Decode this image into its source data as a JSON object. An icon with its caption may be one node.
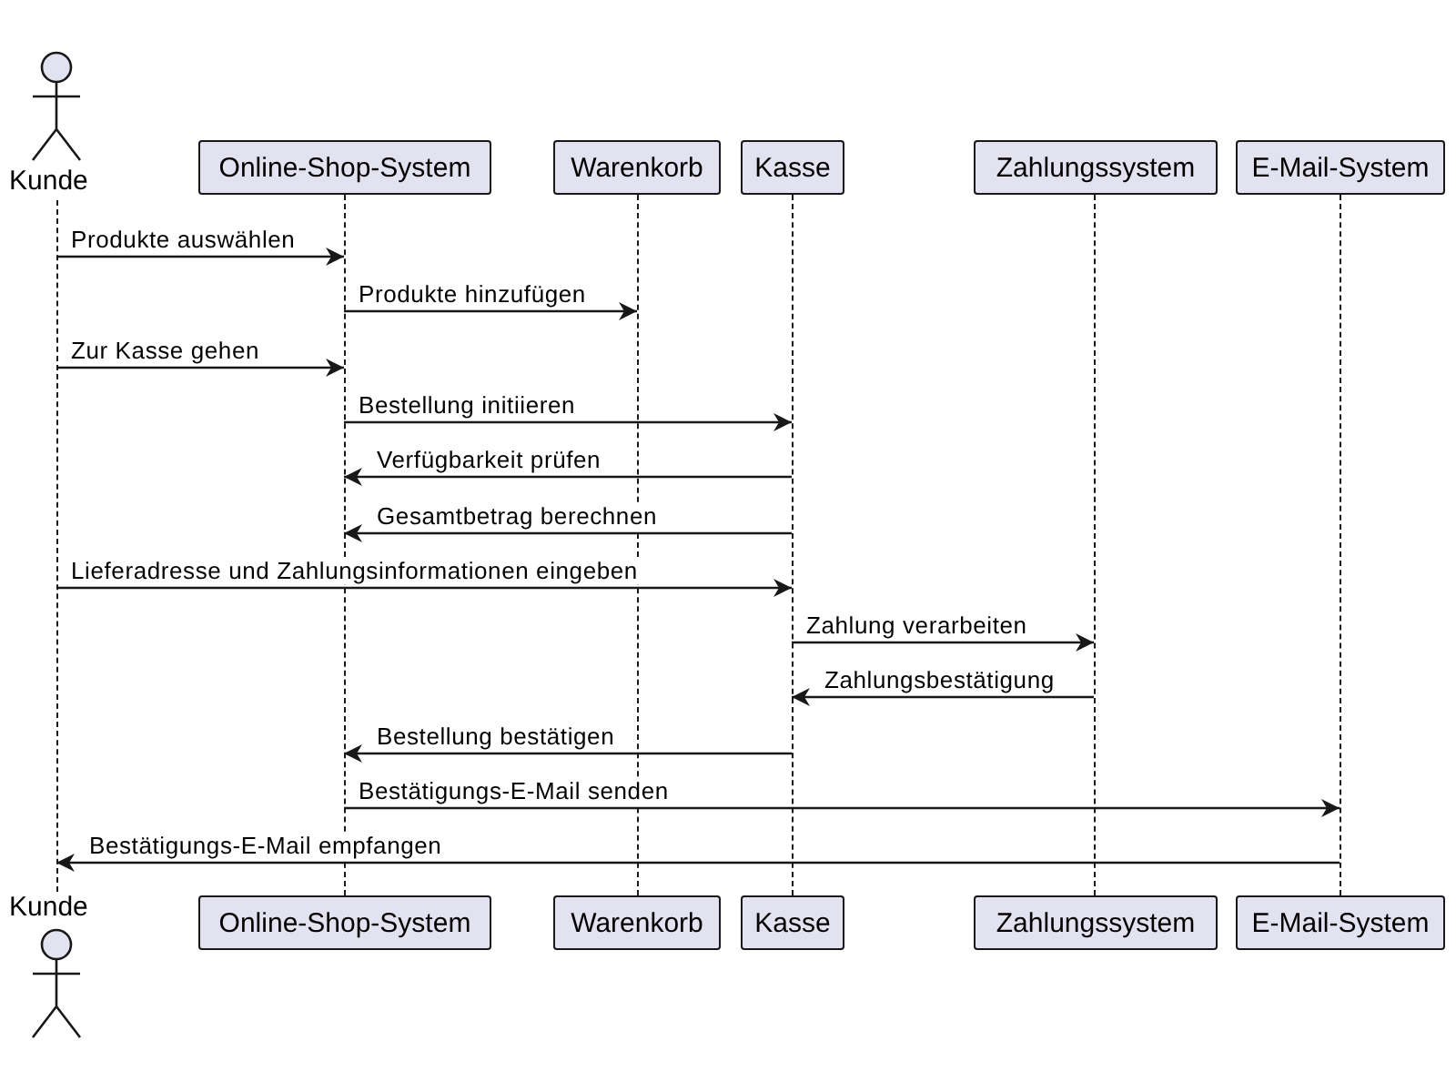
{
  "diagram": {
    "nodes": [
      {
        "text": [
          "Kunde"
        ]
      },
      {
        "text": [
          "Online-Shop-System"
        ]
      },
      {
        "text": [
          "Warenkorb"
        ]
      },
      {
        "text": [
          "Kasse"
        ]
      },
      {
        "text": [
          "Zahlungssystem"
        ]
      },
      {
        "text": [
          "E-Mail-System"
        ]
      },
      {
        "text": [
          "Kunde"
        ]
      },
      {
        "text": [
          "Online-Shop-System"
        ]
      },
      {
        "text": [
          "Warenkorb"
        ]
      },
      {
        "text": [
          "Kasse"
        ]
      },
      {
        "text": [
          "Zahlungssystem"
        ]
      },
      {
        "text": [
          "E-Mail-System"
        ]
      },
      {
        "text": [],
        "shape": "lifeline"
      },
      {
        "text": [],
        "shape": "lifeline"
      },
      {
        "text": [],
        "shape": "lifeline"
      },
      {
        "text": [],
        "shape": "lifeline"
      },
      {
        "text": [],
        "shape": "lifeline"
      },
      {
        "text": [],
        "shape": "lifeline"
      }
    ],
    "edges": [
      {
        "from": 12,
        "to": 13,
        "arrow": "to",
        "label": "Produkte auswählen"
      },
      {
        "from": 13,
        "to": 14,
        "arrow": "to",
        "label": "Produkte hinzufügen"
      },
      {
        "from": 12,
        "to": 13,
        "arrow": "to",
        "label": "Zur Kasse gehen"
      },
      {
        "from": 13,
        "to": 15,
        "arrow": "to",
        "label": "Bestellung initiieren"
      },
      {
        "from": 15,
        "to": 13,
        "arrow": "to",
        "label": "Verfügbarkeit prüfen"
      },
      {
        "from": 15,
        "to": 13,
        "arrow": "to",
        "label": "Gesamtbetrag berechnen"
      },
      {
        "from": 12,
        "to": 15,
        "arrow": "to",
        "label": "Lieferadresse und Zahlungsinformationen eingeben"
      },
      {
        "from": 15,
        "to": 16,
        "arrow": "to",
        "label": "Zahlung verarbeiten"
      },
      {
        "from": 16,
        "to": 15,
        "arrow": "to",
        "label": "Zahlungsbestätigung"
      },
      {
        "from": 15,
        "to": 13,
        "arrow": "to",
        "label": "Bestellung bestätigen"
      },
      {
        "from": 13,
        "to": 17,
        "arrow": "to",
        "label": "Bestätigungs-E-Mail senden"
      },
      {
        "from": 17,
        "to": 12,
        "arrow": "to",
        "label": "Bestätigungs-E-Mail empfangen"
      }
    ]
  }
}
